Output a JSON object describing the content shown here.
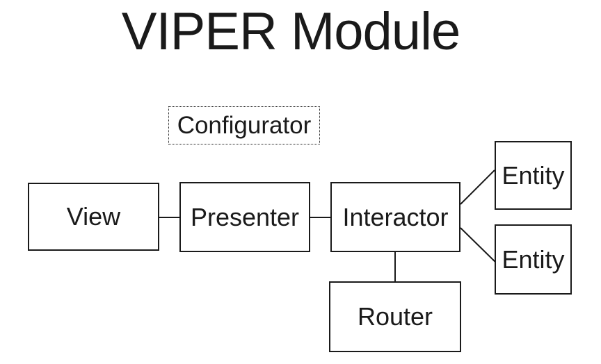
{
  "title": "VIPER Module",
  "diagram": {
    "nodes": {
      "configurator": {
        "label": "Configurator",
        "border_style": "dotted"
      },
      "view": {
        "label": "View",
        "border_style": "solid"
      },
      "presenter": {
        "label": "Presenter",
        "border_style": "solid"
      },
      "interactor": {
        "label": "Interactor",
        "border_style": "solid"
      },
      "router": {
        "label": "Router",
        "border_style": "solid"
      },
      "entity_top": {
        "label": "Entity",
        "border_style": "solid"
      },
      "entity_bottom": {
        "label": "Entity",
        "border_style": "solid"
      }
    },
    "connections": [
      {
        "from": "view",
        "to": "presenter",
        "shape": "horizontal"
      },
      {
        "from": "presenter",
        "to": "interactor",
        "shape": "horizontal"
      },
      {
        "from": "interactor",
        "to": "router",
        "shape": "vertical"
      },
      {
        "from": "interactor",
        "to": "entity_top",
        "shape": "diagonal"
      },
      {
        "from": "interactor",
        "to": "entity_bottom",
        "shape": "diagonal"
      }
    ],
    "colors": {
      "stroke": "#1a1a1a",
      "text": "#1a1a1a",
      "background": "#ffffff"
    }
  }
}
